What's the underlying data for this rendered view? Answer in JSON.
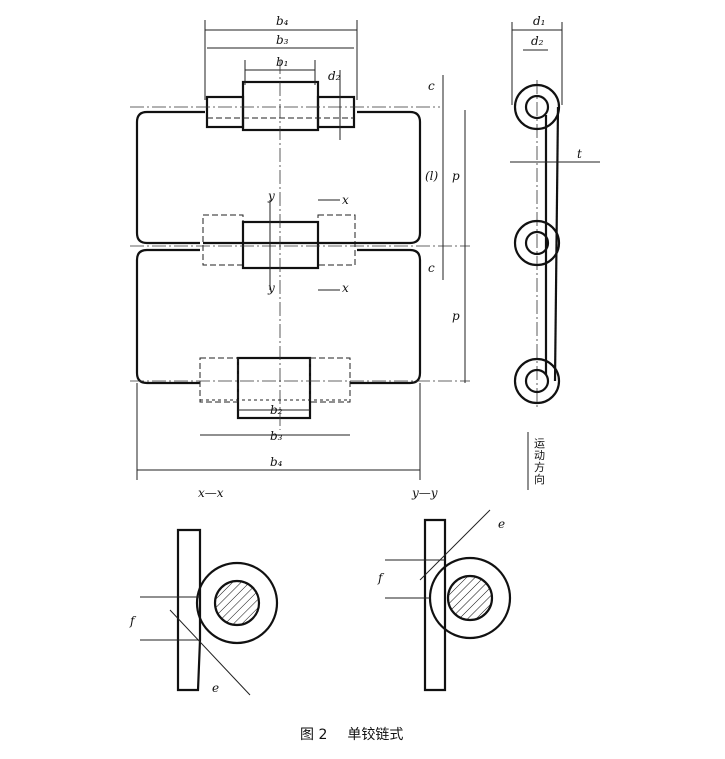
{
  "labels": {
    "b4_top": "b₄",
    "b3_top": "b₃",
    "b1": "b₁",
    "d2_front": "d₂",
    "c_top": "c",
    "l": "(l)",
    "p_top": "p",
    "c_mid": "c",
    "p_bottom": "p",
    "y_top": "y",
    "x_top": "x",
    "y_bot": "y",
    "x_bot": "x",
    "b2": "b₂",
    "b3_bottom": "b₃",
    "b4_bottom": "b₄",
    "d1": "d₁",
    "d2_side": "d₂",
    "t": "t",
    "xx": "x—x",
    "yy": "y—y",
    "f_left": "f",
    "e_left": "e",
    "f_right": "f",
    "e_right": "e"
  },
  "direction_label": "运动方向",
  "caption": {
    "figure": "图 2",
    "title": "单铰链式"
  }
}
